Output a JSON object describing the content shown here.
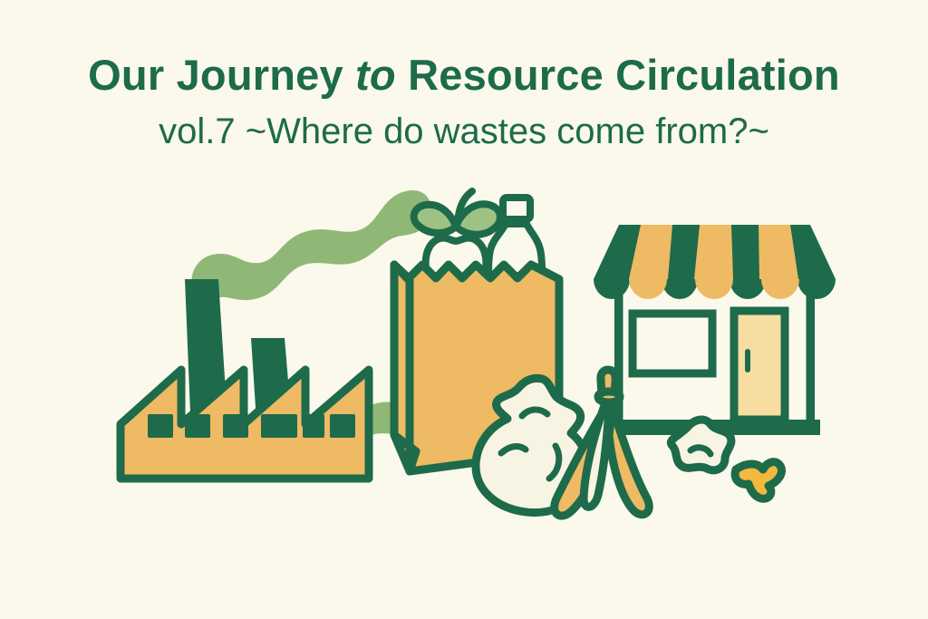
{
  "banner": {
    "background_color": "#fbf9ec",
    "title": {
      "part1": "Our Journey ",
      "part_italic": "to",
      "part2": " Resource Circulation",
      "color": "#1d6b4a"
    },
    "subtitle": {
      "text": "vol.7 ~Where do wastes come from?~",
      "color": "#1d6b4a"
    }
  },
  "palette": {
    "cream": "#fbf9ec",
    "dark_green": "#1d6b4a",
    "smoke_green": "#8fb877",
    "leaf_green": "#9ec284",
    "gold": "#eeba63",
    "light_gold": "#f7dda2",
    "off_white": "#f7f4e4",
    "accent_yellow": "#f2b93e"
  },
  "illustration": {
    "alt": "Flat illustration of waste sources: a factory emitting smoke, a grocery paper bag holding an apple core and plastic bottle, a tied trash bag, a banana peel, scattered scraps, and a shop storefront.",
    "items": [
      {
        "name": "factory",
        "label": "Factory with two smokestacks, sawtooth roof and six windows"
      },
      {
        "name": "smoke-plumes",
        "label": "Two wavy green smoke ribbons"
      },
      {
        "name": "paper-bag",
        "label": "Brown paper grocery bag with zigzag torn top"
      },
      {
        "name": "apple-core",
        "label": "Eaten apple core with leaf and seeds"
      },
      {
        "name": "plastic-bottle",
        "label": "Plastic bottle with green label band"
      },
      {
        "name": "trash-bag",
        "label": "White tied trash bag"
      },
      {
        "name": "banana-peel",
        "label": "Opened banana peel"
      },
      {
        "name": "paper-scrap",
        "label": "Crumpled cream paper scrap"
      },
      {
        "name": "food-scrap",
        "label": "Small yellow food scrap"
      },
      {
        "name": "shop",
        "label": "Storefront with striped scalloped awning, window and door"
      }
    ]
  }
}
